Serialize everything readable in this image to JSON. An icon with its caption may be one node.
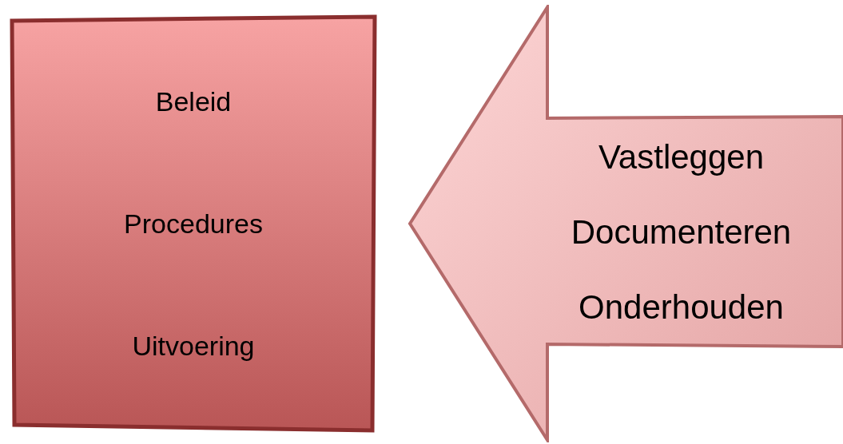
{
  "diagram": {
    "nodes": [
      {
        "text": [
          "Beleid",
          "Procedures",
          "Uitvoering"
        ]
      },
      {
        "text": [
          "Vastleggen",
          "Documenteren",
          "Onderhouden"
        ]
      }
    ]
  }
}
